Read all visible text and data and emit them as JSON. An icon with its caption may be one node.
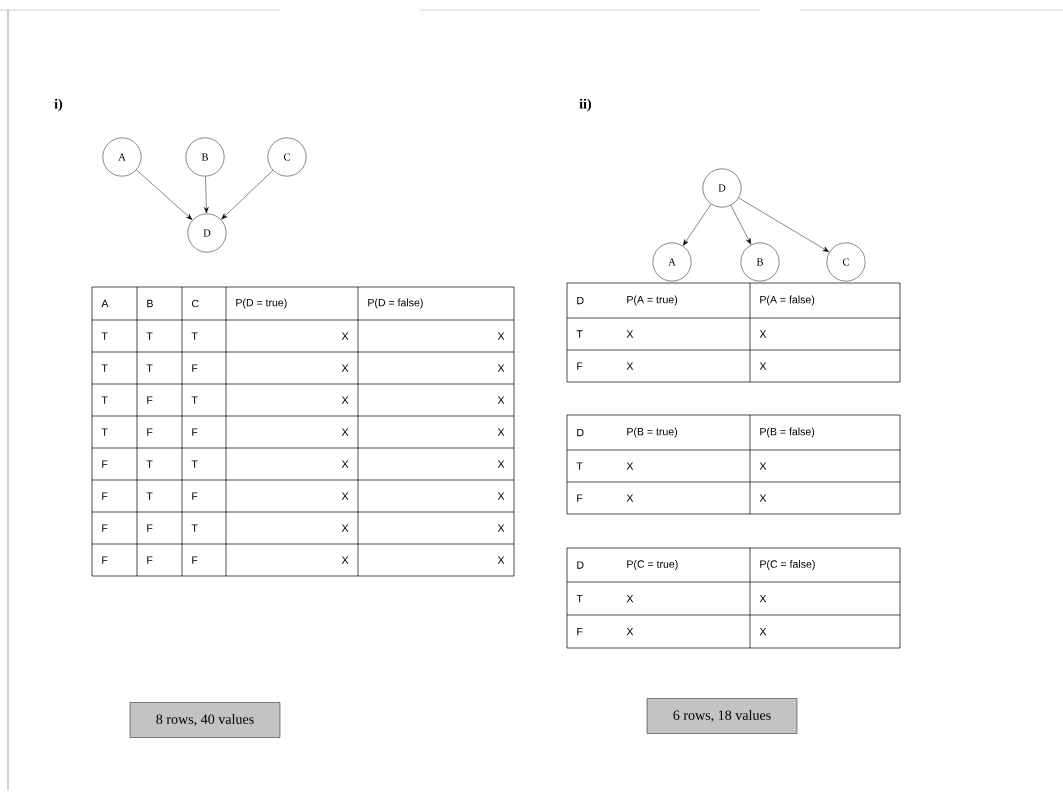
{
  "diagram": {
    "nodes": [
      {
        "text": [
          "A"
        ]
      },
      {
        "text": [
          "B"
        ]
      },
      {
        "text": [
          "C"
        ]
      },
      {
        "text": [
          "D"
        ]
      },
      {
        "text": [
          "D"
        ]
      },
      {
        "text": [
          "A"
        ]
      },
      {
        "text": [
          "B"
        ]
      },
      {
        "text": [
          "C"
        ]
      },
      {
        "text": [
          "8 rows, 40 values"
        ]
      },
      {
        "text": [
          "6 rows, 18 values"
        ]
      }
    ],
    "edges": [
      {
        "from": 0,
        "to": 3,
        "arrow": "to"
      },
      {
        "from": 1,
        "to": 3,
        "arrow": "to"
      },
      {
        "from": 2,
        "to": 3,
        "arrow": "to"
      },
      {
        "from": 4,
        "to": 5,
        "arrow": "to"
      },
      {
        "from": 4,
        "to": 6,
        "arrow": "to"
      },
      {
        "from": 4,
        "to": 7,
        "arrow": "to"
      }
    ],
    "labels": [
      "i)",
      "ii)",
      "A",
      "B",
      "C",
      "P(D = true)",
      "P(D = false)",
      "T",
      "T",
      "T",
      "X",
      "X",
      "T",
      "T",
      "F",
      "X",
      "X",
      "T",
      "F",
      "T",
      "X",
      "X",
      "T",
      "F",
      "F",
      "X",
      "X",
      "F",
      "T",
      "T",
      "X",
      "X",
      "F",
      "T",
      "F",
      "X",
      "X",
      "F",
      "F",
      "T",
      "X",
      "X",
      "F",
      "F",
      "F",
      "X",
      "X",
      "D",
      "P(A = true)",
      "P(A = false)",
      "T",
      "X",
      "X",
      "F",
      "X",
      "X",
      "D",
      "P(B = true)",
      "P(B = false)",
      "T",
      "X",
      "X",
      "F",
      "X",
      "X",
      "D",
      "P(C = true)",
      "P(C = false)",
      "T",
      "X",
      "X",
      "F",
      "X",
      "X"
    ]
  }
}
